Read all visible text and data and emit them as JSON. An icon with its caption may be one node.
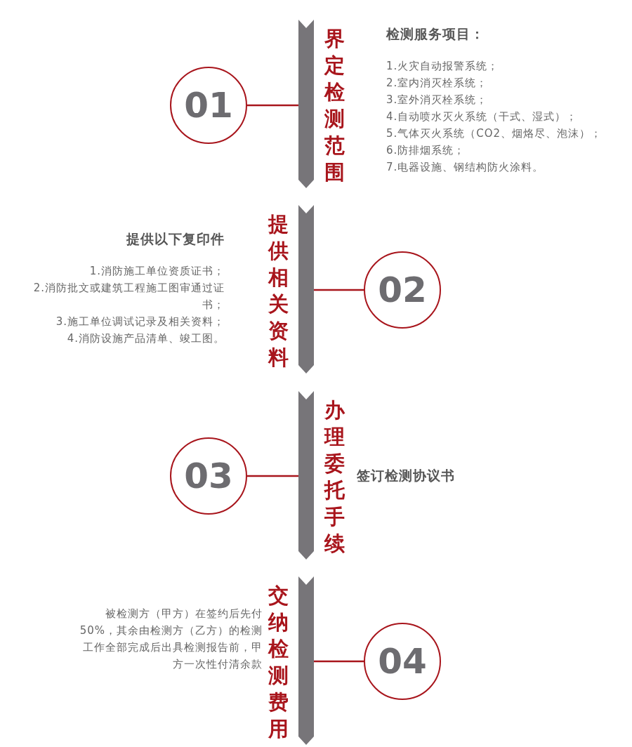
{
  "diagram": {
    "nodes": [
      {
        "text": [
          "01"
        ]
      },
      {
        "text": [
          "界定检测范围"
        ],
        "beside": [
          "检测服务项目：",
          "1.火灾自动报警系统；",
          "2.室内消灭栓系统；",
          "3.室外消灭栓系统；",
          "4.自动喷水灭火系统（干式、湿式）；",
          "5.气体灭火系统（CO2、烟烙尽、泡沫）；",
          "6.防排烟系统；",
          "7.电器设施、钢结构防火涂料。"
        ]
      },
      {
        "text": [
          "提供相关资料"
        ],
        "beside": [
          "提供以下复印件",
          "1.消防施工单位资质证书；",
          "2.消防批文或建筑工程施工图审通过证书；",
          "3.施工单位调试记录及相关资料；",
          "4.消防设施产品清单、竣工图。"
        ]
      },
      {
        "text": [
          "02"
        ]
      },
      {
        "text": [
          "03"
        ]
      },
      {
        "text": [
          "办理委托手续"
        ],
        "beside": [
          "签订检测协议书"
        ]
      },
      {
        "text": [
          "交纳检测费用"
        ],
        "beside": [
          "被检测方（甲方）在签约后先付50%，其余由检测方（乙方）的检测工作全部完成后出具检测报告前，甲方一次性付清余款"
        ]
      },
      {
        "text": [
          "04"
        ]
      }
    ],
    "edges": [
      {
        "from": 0,
        "to": 1,
        "arrow": "none"
      },
      {
        "from": 3,
        "to": 2,
        "arrow": "none"
      },
      {
        "from": 4,
        "to": 5,
        "arrow": "none"
      },
      {
        "from": 7,
        "to": 6,
        "arrow": "none"
      }
    ]
  }
}
